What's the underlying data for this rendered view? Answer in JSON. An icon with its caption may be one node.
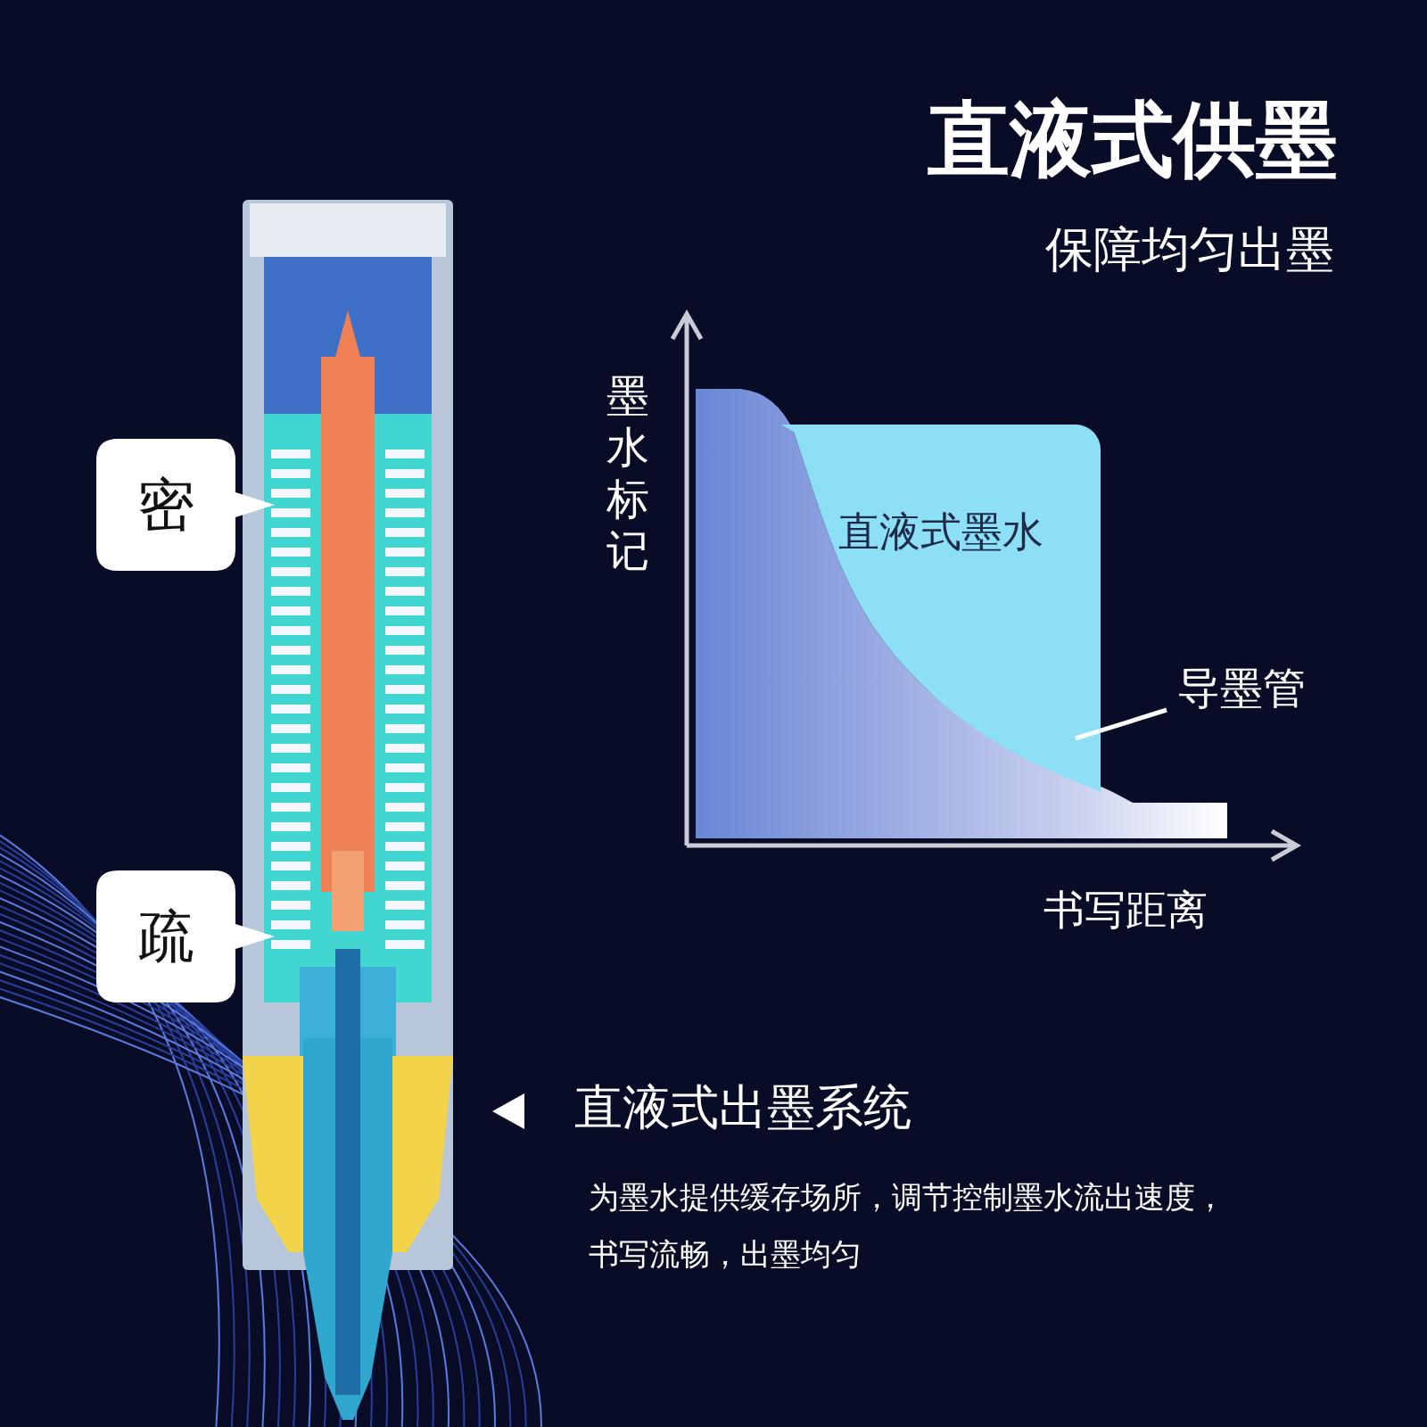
{
  "diagram": {
    "title": "直液式供墨",
    "nodes": [
      {
        "text": [
          "密"
        ]
      },
      {
        "text": [
          "疏"
        ]
      },
      {
        "text": [
          "导墨管"
        ]
      },
      {
        "text": [
          "直液式墨水"
        ]
      }
    ],
    "edges": [
      {
        "from": 2,
        "to": 3,
        "arrow": "none"
      }
    ],
    "labels": [
      "保障均匀出墨",
      "墨水标记",
      "书写距离",
      "直液式出墨系统",
      "为墨水提供缓存场所，调节控制墨水流出速度，书写流畅，出墨均匀"
    ]
  }
}
